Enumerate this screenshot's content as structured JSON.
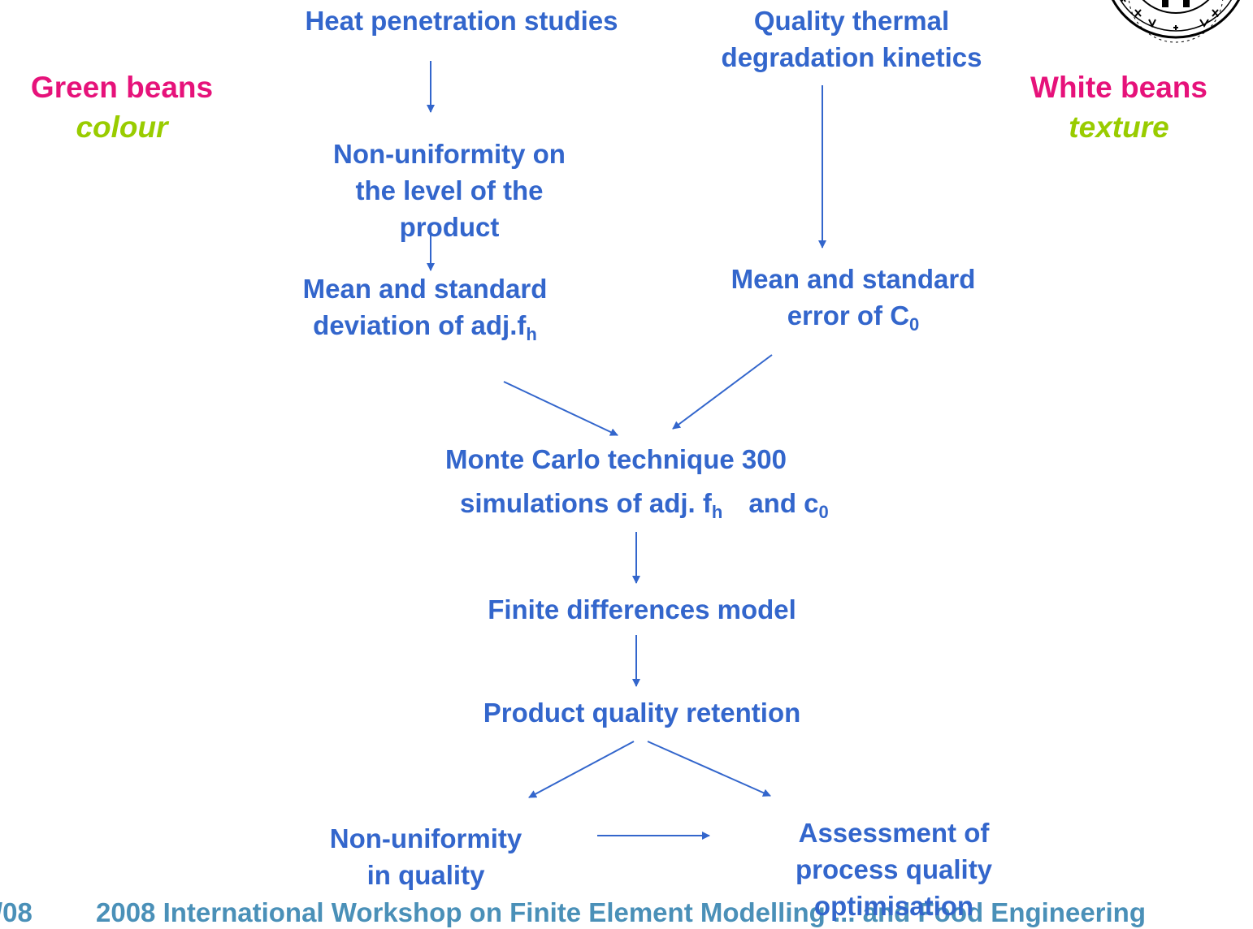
{
  "left_panel": {
    "bean": "Green beans",
    "attribute": "colour"
  },
  "right_panel": {
    "bean": "White beans",
    "attribute": "texture"
  },
  "nodes": {
    "heat_penetration": "Heat penetration studies",
    "quality_kinetics": [
      "Quality thermal",
      "degradation kinetics"
    ],
    "non_uniformity_product": [
      "Non-uniformity on",
      "the level of the",
      "product"
    ],
    "mean_sd_fh": {
      "line1": "Mean and standard",
      "line2": "deviation of adj.f",
      "sub": "h"
    },
    "mean_se_c0": {
      "line1": "Mean and standard",
      "line2": "error of C",
      "sub": "0"
    },
    "monte_carlo": {
      "line1": "Monte Carlo technique 300",
      "line2a": "simulations of adj. f",
      "sub_a": "h",
      "line2b": "and c",
      "sub_b": "0"
    },
    "finite_differences": "Finite differences model",
    "quality_retention": "Product quality retention",
    "non_uniformity_quality": [
      "Non-uniformity",
      "in quality"
    ],
    "assessment": [
      "Assessment of",
      "process quality",
      "optimisation"
    ]
  },
  "footer": {
    "left": "/08",
    "right": "2008 International Workshop on Finite Element Modelling ... and Food Engineering"
  },
  "colors": {
    "text": "#3366cc",
    "bean": "#e6127a",
    "attribute": "#99cc00",
    "arrow": "#3366cc",
    "footer": "#4a90b8"
  },
  "icons": {
    "logo": "university-seal-icon"
  }
}
